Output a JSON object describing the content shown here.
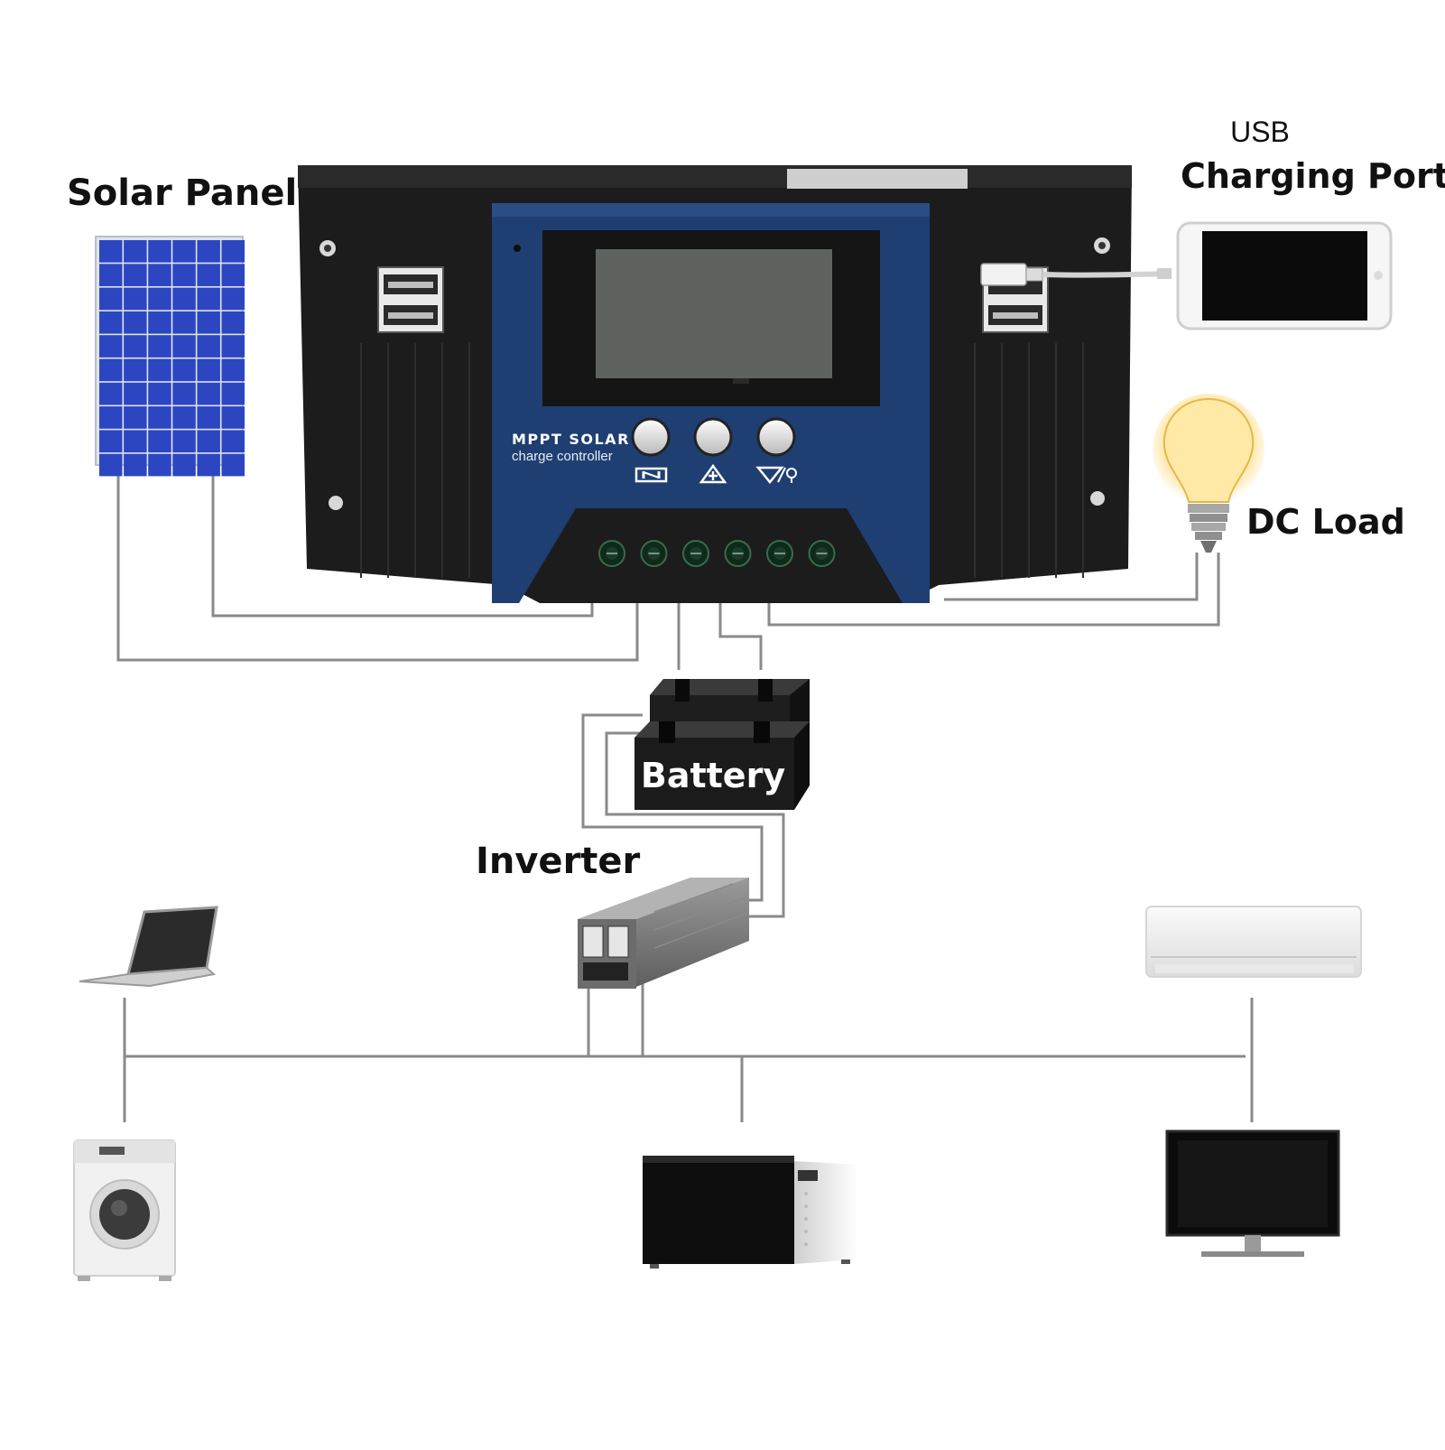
{
  "labels": {
    "solar_panel": "Solar Panel",
    "usb": "USB",
    "charging_port": "Charging Port",
    "dc_load": "DC Load",
    "battery": "Battery",
    "inverter": "Inverter"
  },
  "controller": {
    "brand_line1": "MPPT SOLAR",
    "brand_line2": "charge controller"
  },
  "colors": {
    "wire": "#8a8a8a",
    "controller_body": "#1c1c1c",
    "controller_face": "#1f3f73",
    "lcd": "#5f6360",
    "solar_cell": "#2c46c2",
    "battery": "#1b1b1b"
  }
}
